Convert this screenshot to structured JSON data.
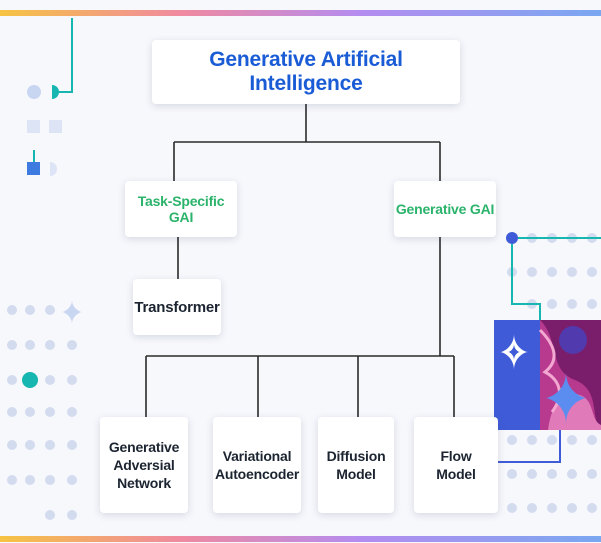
{
  "diagram": {
    "root": "Generative Artificial Intelligence",
    "task_specific": "Task-Specific GAI",
    "generative": "Generative GAI",
    "transformer": "Transformer",
    "leaves": {
      "gan": [
        "Generative",
        "Adversial",
        "Network"
      ],
      "vae": [
        "Variational",
        "Autoencoder"
      ],
      "diffusion": [
        "Diffusion",
        "Model"
      ],
      "flow": [
        "Flow",
        "Model"
      ]
    }
  },
  "colors": {
    "root_text": "#1a5bd6",
    "category_text": "#2bb36b",
    "node_text": "#1b2430",
    "connector": "#2a2a2a",
    "accent_teal": "#18b6b1",
    "accent_blue": "#3f5bd8",
    "dot": "#d3dbef"
  },
  "decorations": {
    "image_icon": "sparkle-icon",
    "image_subject": "pink-swirl-with-star"
  }
}
